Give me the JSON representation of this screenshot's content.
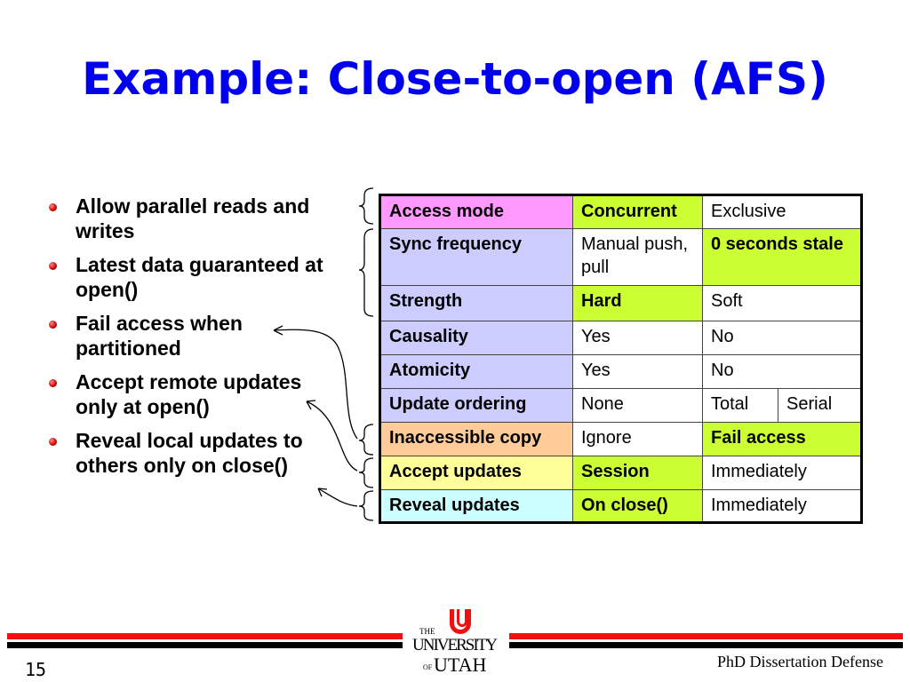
{
  "title": "Example: Close-to-open (AFS)",
  "bullets": [
    "Allow parallel reads and writes",
    "Latest data guaranteed at open()",
    "Fail access when partitioned",
    "Accept remote updates only at open()",
    "Reveal local updates to others only on close()"
  ],
  "table": {
    "rows": [
      {
        "label": "Access mode",
        "a": "Concurrent",
        "b": "Exclusive"
      },
      {
        "label": "Sync frequency",
        "a": "Manual push, pull",
        "b": "0 seconds stale"
      },
      {
        "label": "Strength",
        "a": "Hard",
        "b": "Soft"
      },
      {
        "label": "Causality",
        "a": "Yes",
        "b": "No"
      },
      {
        "label": "Atomicity",
        "a": "Yes",
        "b": "No"
      },
      {
        "label": "Update ordering",
        "a": "None",
        "b": "Total",
        "c": "Serial"
      },
      {
        "label": "Inaccessible copy",
        "a": "Ignore",
        "b": "Fail access"
      },
      {
        "label": "Accept updates",
        "a": "Session",
        "b": "Immediately"
      },
      {
        "label": "Reveal updates",
        "a": "On close()",
        "b": "Immediately"
      }
    ]
  },
  "footer": {
    "page": "15",
    "text": "PhD Dissertation Defense",
    "logo": "THE UNIVERSITY OF UTAH"
  },
  "colors": {
    "title": "#0000ee",
    "highlight": "#ccff33",
    "red": "#ee1111"
  }
}
